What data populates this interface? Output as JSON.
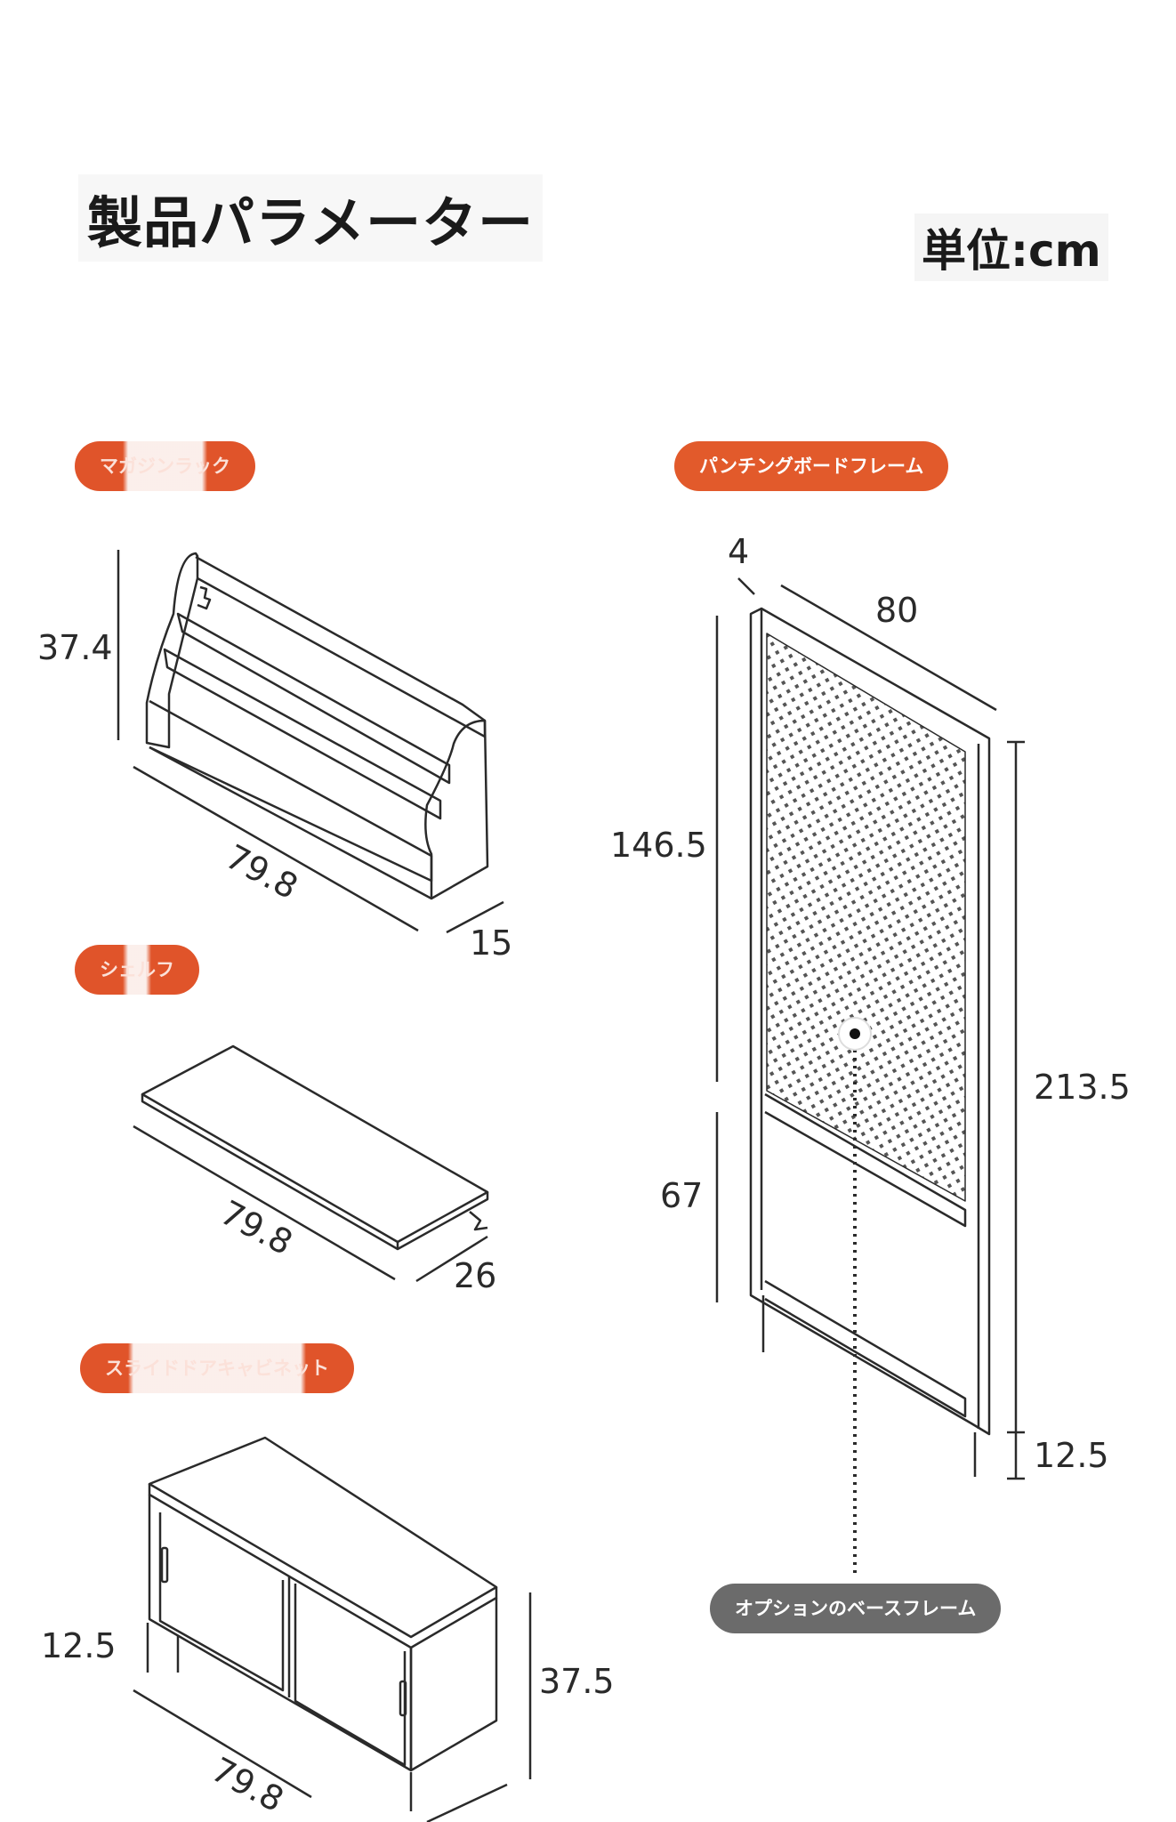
{
  "header": {
    "title": "製品パラメーター",
    "unit": "単位:cm"
  },
  "sections": {
    "magazine_rack": {
      "label": "マガジンラック",
      "height": "37.4",
      "width": "79.8",
      "depth": "15"
    },
    "shelf": {
      "label": "シェルフ",
      "width": "79.8",
      "depth": "26"
    },
    "cabinet": {
      "label": "スライドドアキャビネット",
      "leg": "12.5",
      "height": "37.5",
      "width": "79.8"
    },
    "pegboard": {
      "label": "パンチングボードフレーム",
      "depth": "4",
      "width": "80",
      "upper_height": "146.5",
      "lower_height": "67",
      "total_height": "213.5",
      "leg": "12.5"
    },
    "base_frame": {
      "label": "オプションのベースフレーム"
    }
  },
  "colors": {
    "accent": "#e25a2b",
    "gray_pill": "#6b6b6b",
    "line": "#2a2a2a"
  }
}
